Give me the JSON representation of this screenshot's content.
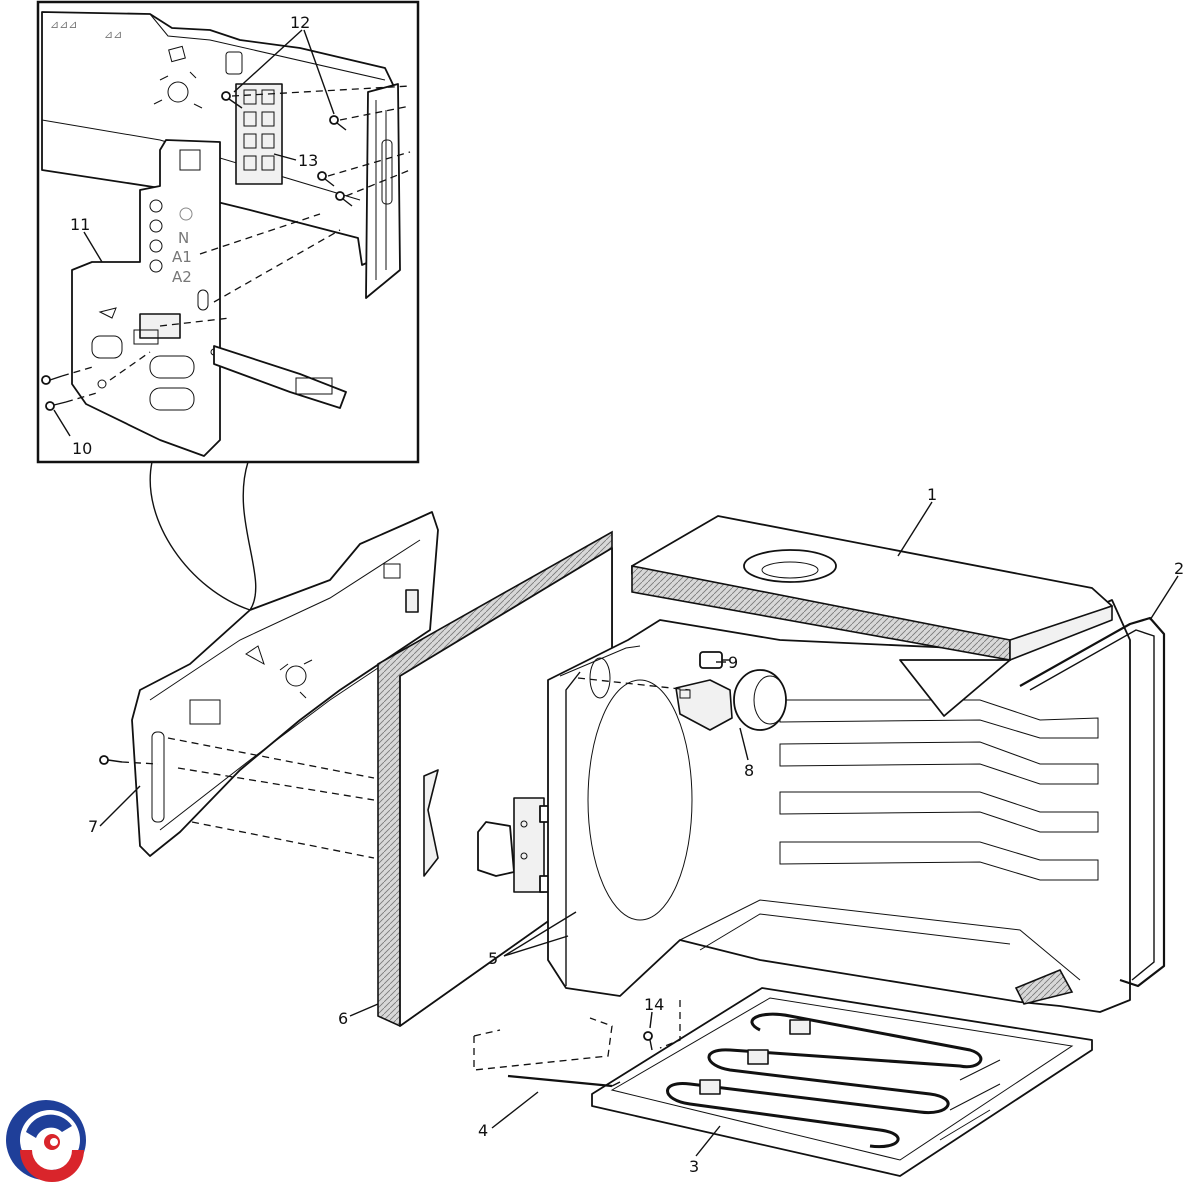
{
  "callouts": {
    "c1": "1",
    "c2": "2",
    "c3": "3",
    "c4": "4",
    "c5": "5",
    "c6": "6",
    "c7": "7",
    "c8": "8",
    "c9": "9",
    "c10": "10",
    "c11": "11",
    "c12": "12",
    "c13": "13",
    "c14": "14"
  },
  "terminal_labels": {
    "n": "N",
    "a1": "A1",
    "a2": "A2"
  },
  "logo": {
    "colors": {
      "blue": "#1f3f99",
      "red": "#d9252b"
    }
  }
}
